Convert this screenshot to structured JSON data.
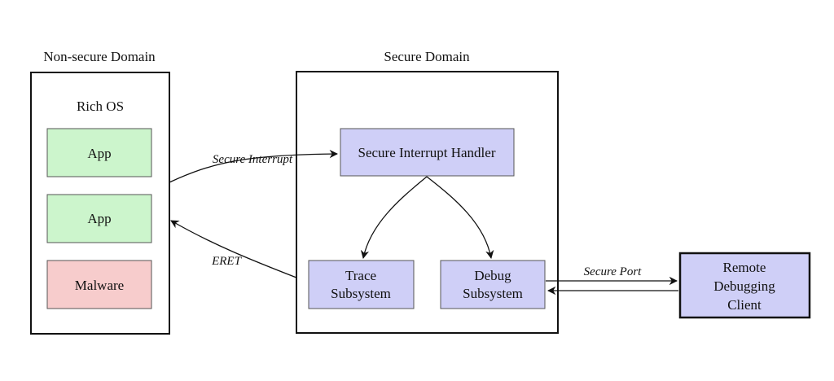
{
  "non_secure": {
    "title": "Non-secure Domain",
    "rich_os": "Rich OS",
    "app1": "App",
    "app2": "App",
    "malware": "Malware"
  },
  "secure": {
    "title": "Secure Domain",
    "handler": "Secure Interrupt Handler",
    "trace_line1": "Trace",
    "trace_line2": "Subsystem",
    "debug_line1": "Debug",
    "debug_line2": "Subsystem"
  },
  "remote": {
    "line1": "Remote",
    "line2": "Debugging",
    "line3": "Client"
  },
  "edges": {
    "secure_interrupt": "Secure Interrupt",
    "eret": "ERET",
    "secure_port": "Secure Port"
  },
  "colors": {
    "green": "#ccf5cc",
    "red": "#f7cccc",
    "blue": "#cfcff7",
    "stroke": "#111111"
  }
}
